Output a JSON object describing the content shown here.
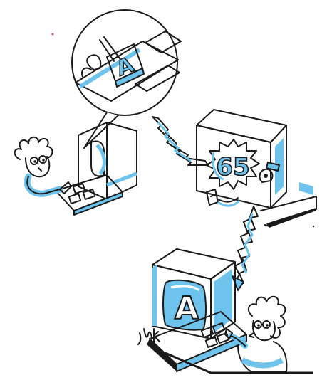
{
  "illustration": {
    "top_glyph": "A",
    "code_value": "65",
    "bottom_glyph": "A",
    "artist_signature": "jmk"
  },
  "colors": {
    "accent_blue": "#6ec3ec",
    "ink": "#1a1a1a",
    "paper": "#ffffff"
  }
}
